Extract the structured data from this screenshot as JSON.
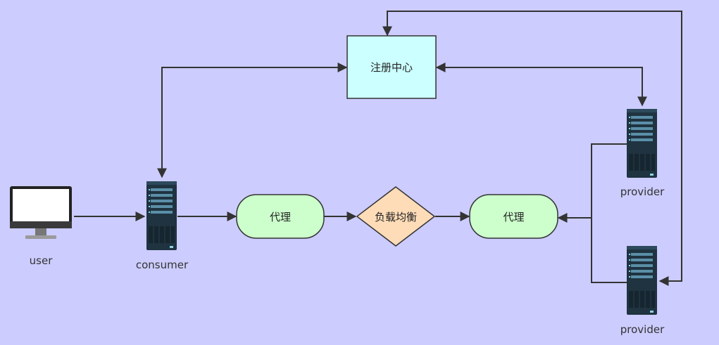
{
  "nodes": {
    "registry": {
      "label": "注册中心",
      "fill": "#ccffff"
    },
    "proxy_left": {
      "label": "代理",
      "fill": "#ccffcc"
    },
    "load_balancer": {
      "label": "负载均衡",
      "fill": "#ffdcb8"
    },
    "proxy_right": {
      "label": "代理",
      "fill": "#ccffcc"
    }
  },
  "labels": {
    "user": "user",
    "consumer": "consumer",
    "provider_top": "provider",
    "provider_bottom": "provider"
  },
  "colors": {
    "background": "#ccccff",
    "edge": "#333333",
    "server_body": "#1f3340",
    "server_slot": "#5b8fa8"
  }
}
